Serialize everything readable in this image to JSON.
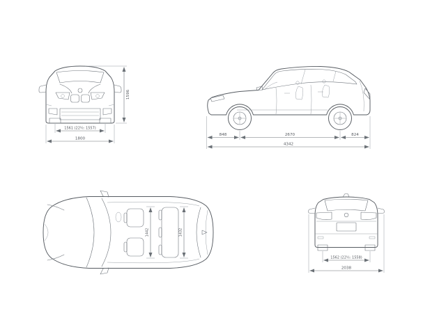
{
  "diagram": {
    "front_view": {
      "height": "1596",
      "track": "1561 (22½: 1557)",
      "overall_width": "1800"
    },
    "side_view": {
      "front_overhang": "848",
      "wheelbase": "2670",
      "rear_overhang": "824",
      "overall_length": "4342"
    },
    "top_view": {
      "front_interior_width": "1442",
      "rear_interior_width": "1432"
    },
    "rear_view": {
      "track": "1562 (22½: 1558)",
      "overall_width_mirrors": "2038"
    }
  }
}
